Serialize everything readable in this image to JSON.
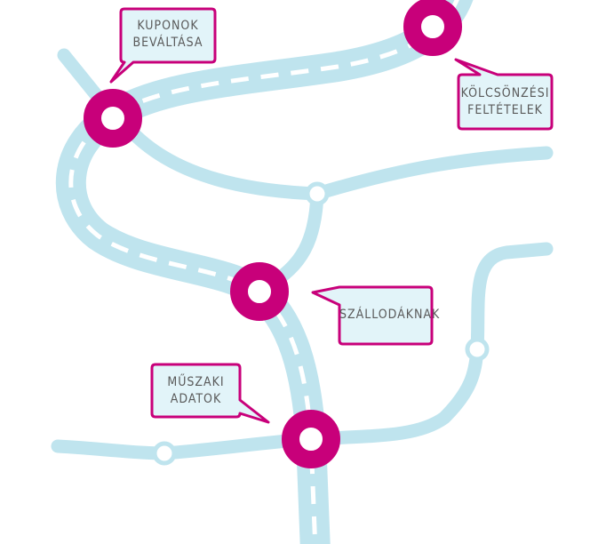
{
  "colors": {
    "road": "#bfe4ee",
    "station": "#c8007a",
    "bubble_fill": "#e2f4f9",
    "text": "#5a5a5a"
  },
  "stations": [
    {
      "id": "kuponok",
      "label_lines": [
        "KUPONOK",
        "BEVÁLTÁSA"
      ]
    },
    {
      "id": "kolcsonzesi",
      "label_lines": [
        "KÖLCSÖNZÉSI",
        "FELTÉTELEK"
      ]
    },
    {
      "id": "szallodaknak",
      "label_lines": [
        "SZÁLLODÁKNAK"
      ]
    },
    {
      "id": "muszaki",
      "label_lines": [
        "MŰSZAKI",
        "ADATOK"
      ]
    }
  ]
}
